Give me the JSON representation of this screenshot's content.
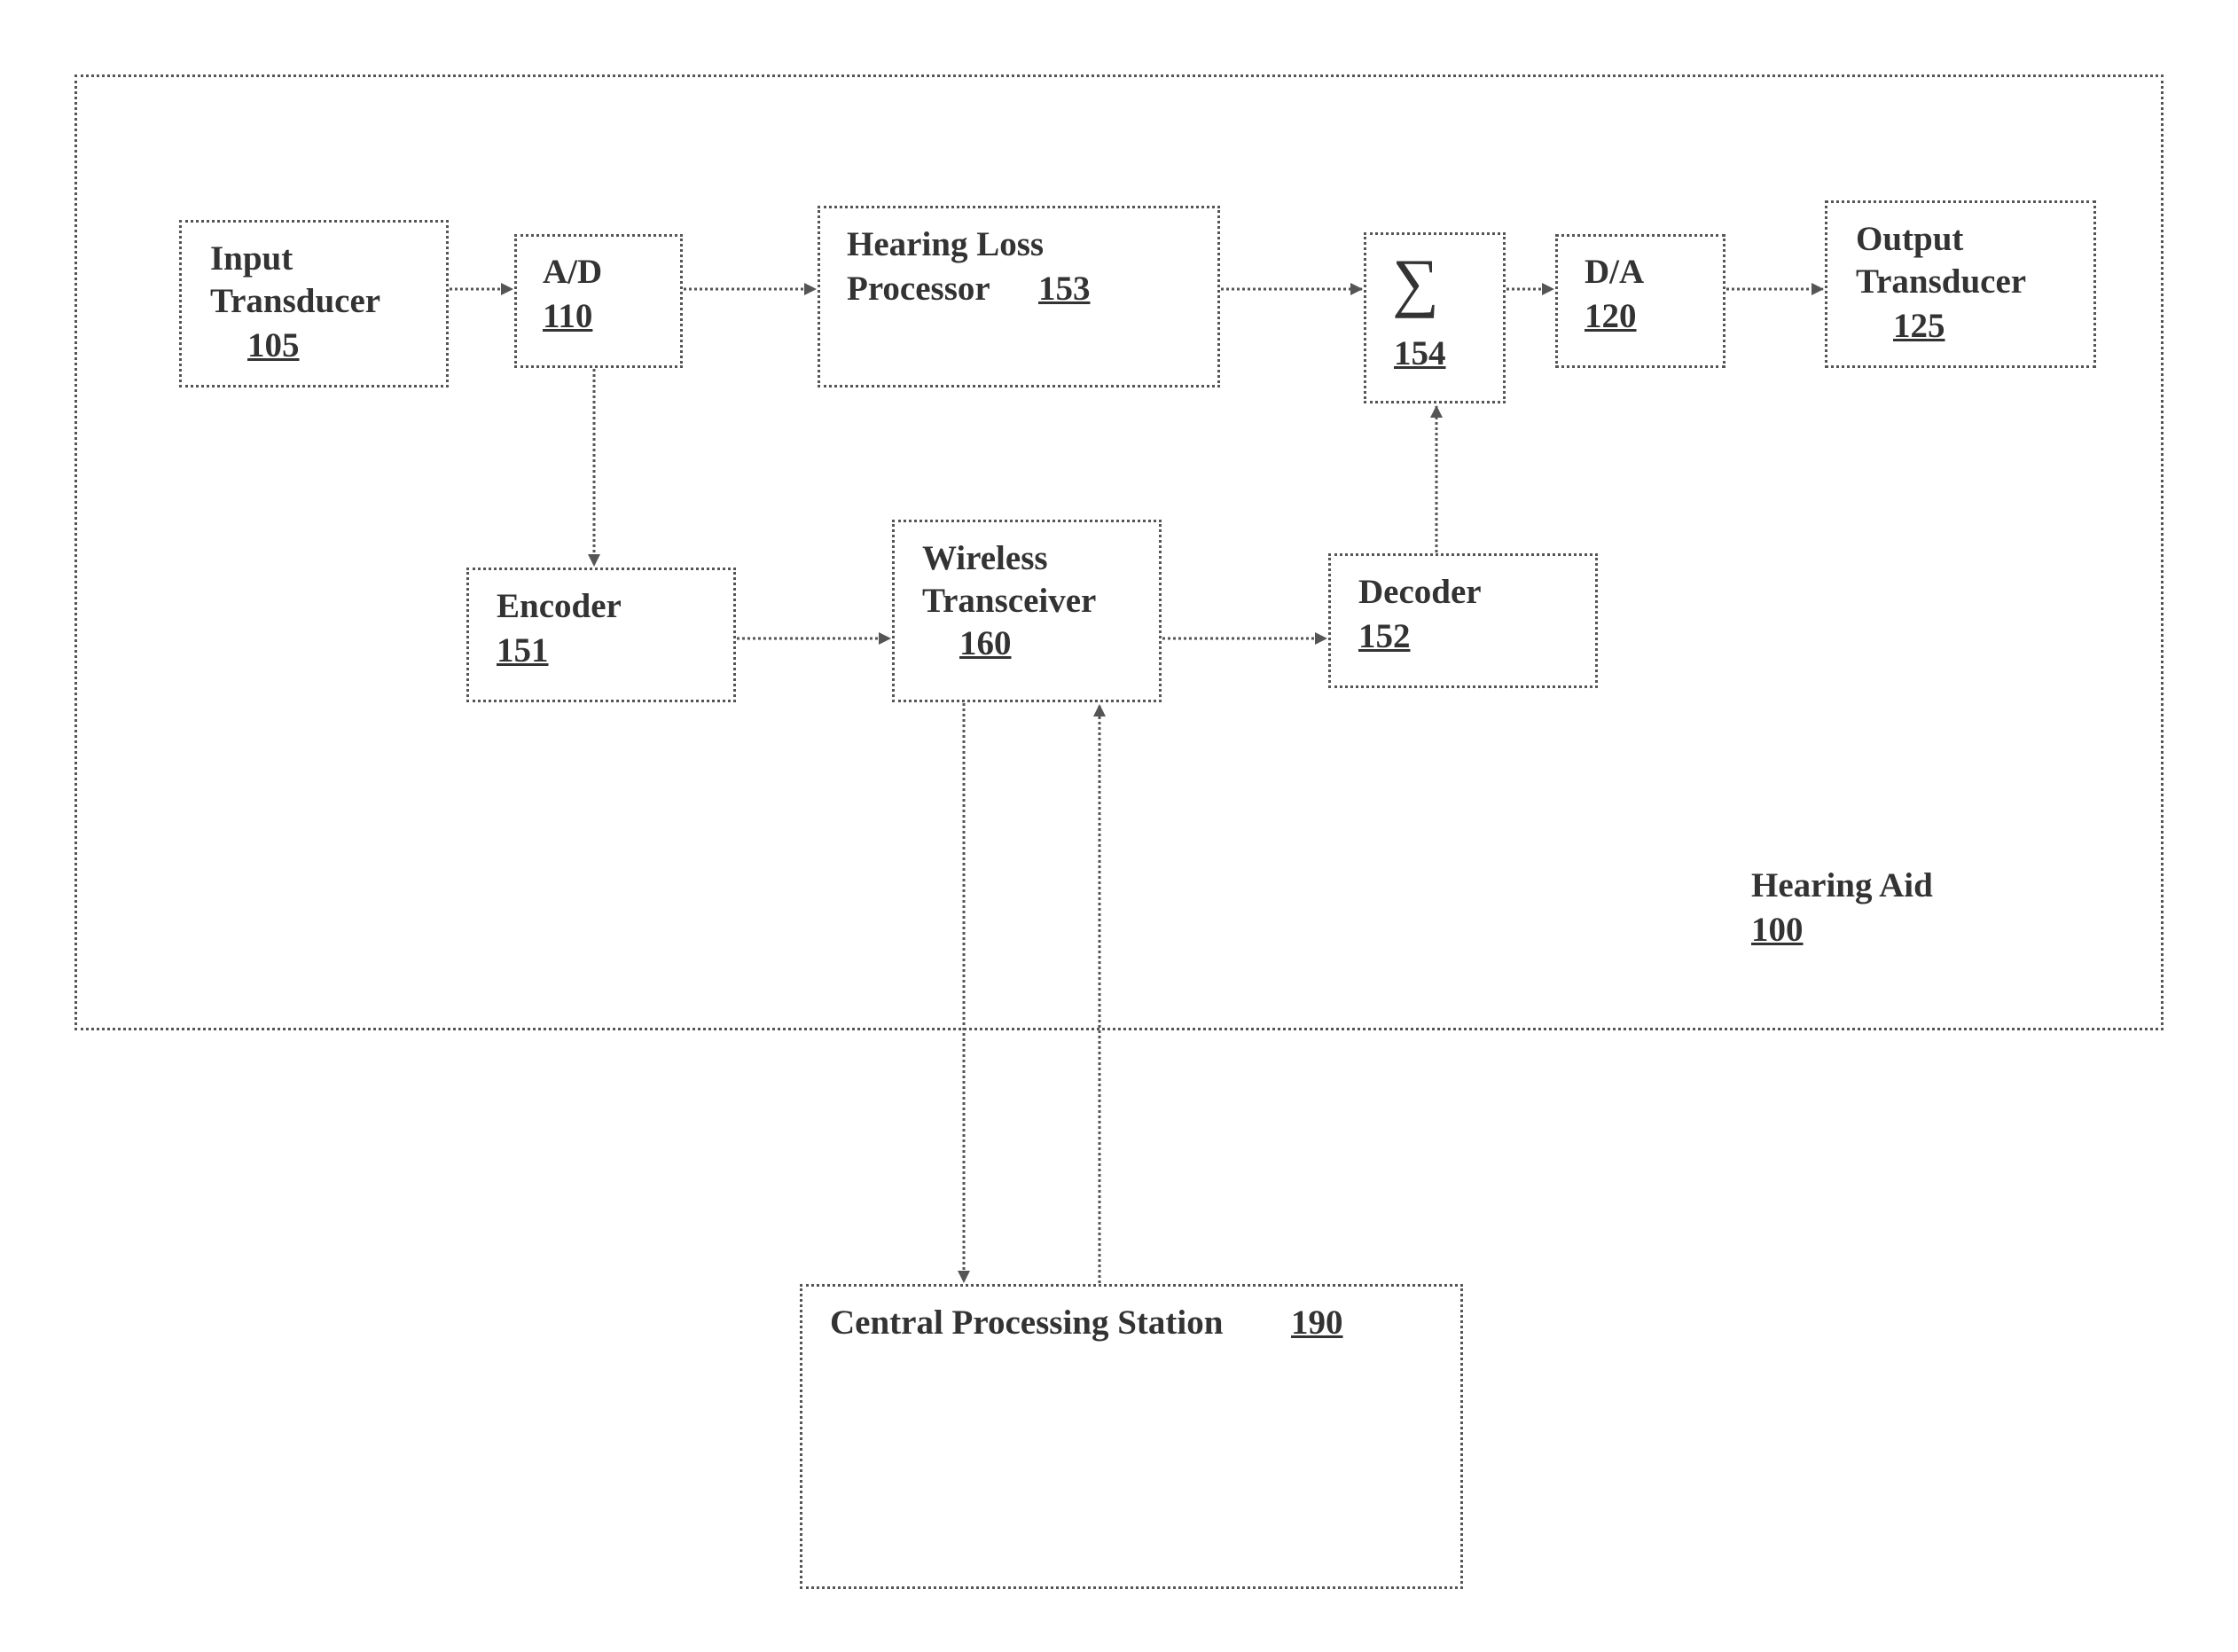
{
  "outer": {
    "title": "Hearing Aid",
    "ref": "100"
  },
  "blocks": {
    "input": {
      "line1": "Input",
      "line2": "Transducer",
      "ref": "105"
    },
    "ad": {
      "label": "A/D",
      "ref": "110"
    },
    "hlp": {
      "line1": "Hearing Loss",
      "line2": "Processor",
      "ref": "153"
    },
    "sum": {
      "symbol": "∑",
      "ref": "154"
    },
    "da": {
      "label": "D/A",
      "ref": "120"
    },
    "output": {
      "line1": "Output",
      "line2": "Transducer",
      "ref": "125"
    },
    "encoder": {
      "label": "Encoder",
      "ref": "151"
    },
    "wireless": {
      "line1": "Wireless",
      "line2": "Transceiver",
      "ref": "160"
    },
    "decoder": {
      "label": "Decoder",
      "ref": "152"
    },
    "cps": {
      "label": "Central Processing Station",
      "ref": "190"
    }
  }
}
